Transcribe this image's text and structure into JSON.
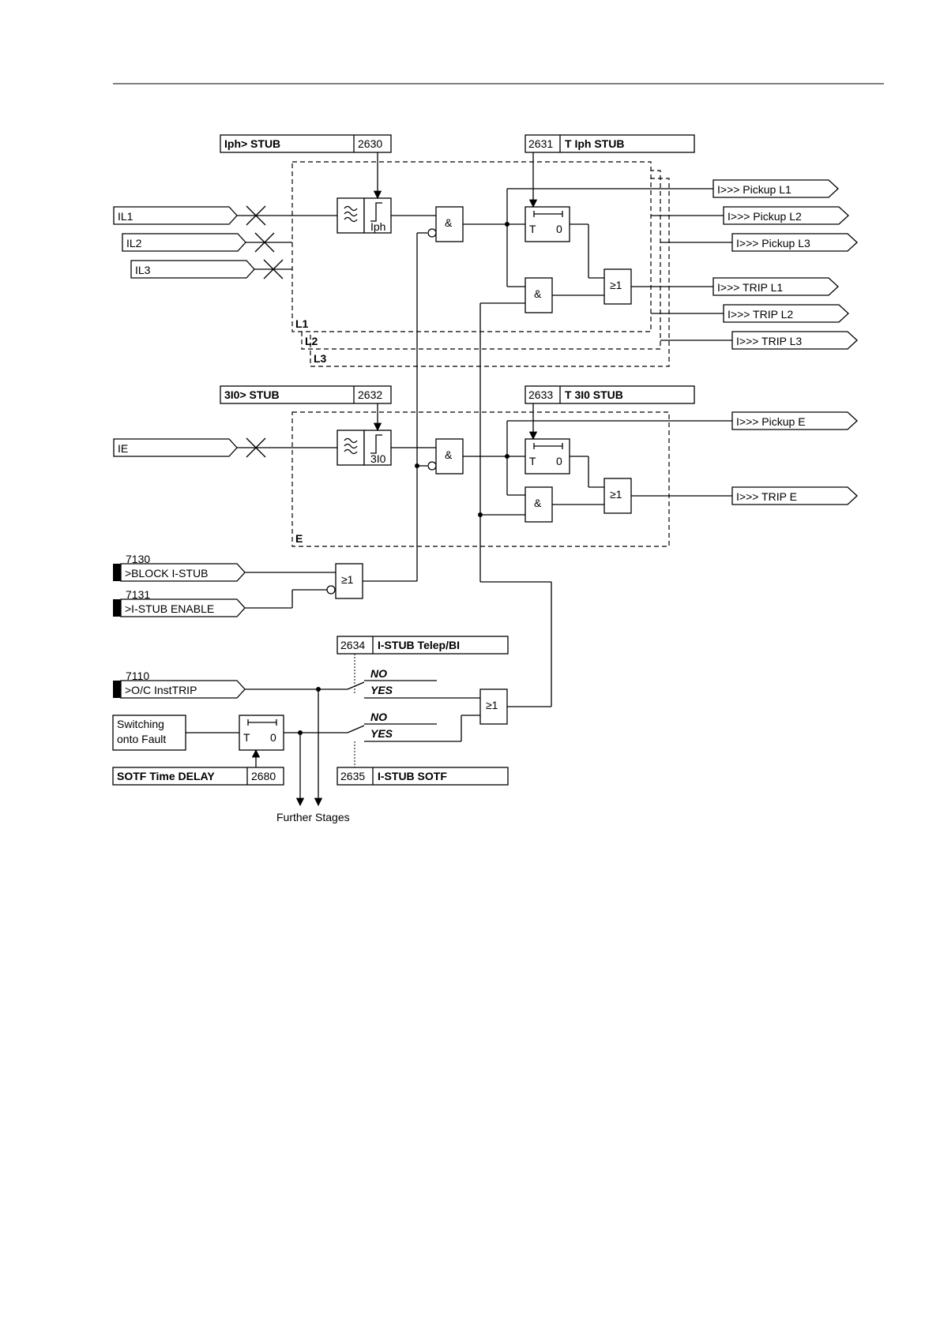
{
  "inputs": {
    "il1": "IL1",
    "il2": "IL2",
    "il3": "IL3",
    "ie": "IE",
    "block_no": "7130",
    "block": ">BLOCK I-STUB",
    "enable_no": "7131",
    "enable": ">I-STUB ENABLE",
    "oc_no": "7110",
    "oc": ">O/C InstTRIP",
    "sotf_line1": "Switching",
    "sotf_line2": "onto Fault"
  },
  "params": {
    "iph_name": "Iph> STUB",
    "iph_addr": "2630",
    "tiph_addr": "2631",
    "tiph_name": "T Iph STUB",
    "i0_name": "3I0> STUB",
    "i0_addr": "2632",
    "ti0_addr": "2633",
    "ti0_name": "T 3I0 STUB",
    "telep_addr": "2634",
    "telep_name": "I-STUB Telep/BI",
    "sotfpar_addr": "2635",
    "sotfpar_name": "I-STUB SOTF",
    "sotfdelay_name": "SOTF Time DELAY",
    "sotfdelay_addr": "2680"
  },
  "outputs": {
    "pickup_l1": "I>>> Pickup L1",
    "pickup_l2": "I>>> Pickup L2",
    "pickup_l3": "I>>> Pickup L3",
    "trip_l1": "I>>> TRIP L1",
    "trip_l2": "I>>> TRIP L2",
    "trip_l3": "I>>> TRIP L3",
    "pickup_e": "I>>> Pickup E",
    "trip_e": "I>>> TRIP E"
  },
  "phases": {
    "l1": "L1",
    "l2": "L2",
    "l3": "L3",
    "e": "E"
  },
  "gates": {
    "and": "&",
    "or": "≥1"
  },
  "measure": {
    "iph": "Iph",
    "i0": "3I0"
  },
  "timer": {
    "t": "T",
    "zero": "0"
  },
  "switch": {
    "no": "NO",
    "yes": "YES"
  },
  "further": "Further Stages"
}
